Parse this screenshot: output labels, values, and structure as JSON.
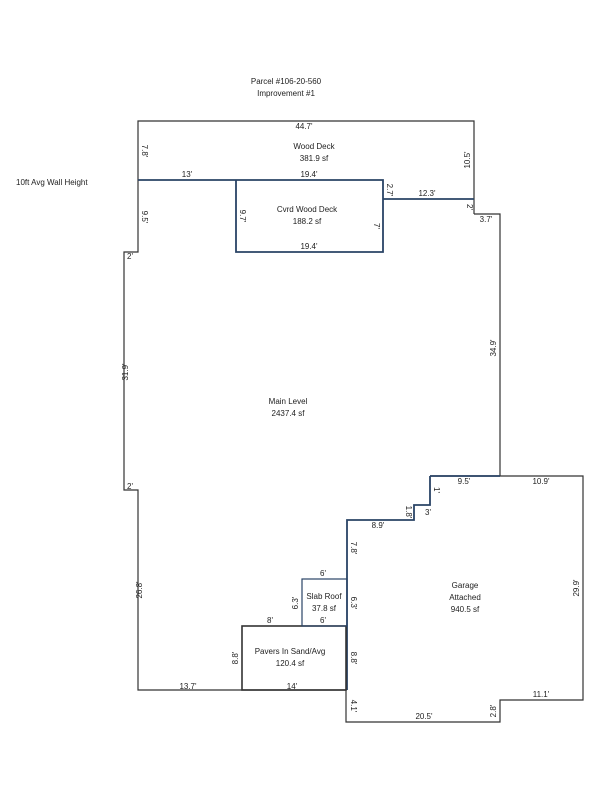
{
  "header": {
    "parcel": "Parcel #106-20-560",
    "improvement": "Improvement #1"
  },
  "note": "10ft Avg Wall Height",
  "areas": {
    "wood_deck": {
      "name": "Wood Deck",
      "area": "381.9 sf"
    },
    "cvrd_deck": {
      "name": "Cvrd Wood Deck",
      "area": "188.2 sf"
    },
    "main": {
      "name": "Main Level",
      "area": "2437.4 sf"
    },
    "garage": {
      "name1": "Garage",
      "name2": "Attached",
      "area": "940.5 sf"
    },
    "slab": {
      "name": "Slab Roof",
      "area": "37.8 sf"
    },
    "pavers": {
      "name": "Pavers In Sand/Avg",
      "area": "120.4 sf"
    }
  },
  "dims": {
    "d44_7": "44.7'",
    "d7_8": "7.8'",
    "d10_5": "10.5'",
    "d13": "13'",
    "d19_4a": "19.4'",
    "d2_7": "2.7'",
    "d12_3": "12.3'",
    "d2a": "2'",
    "d3_7": "3.7'",
    "d9_5l": "9.5'",
    "d9_7": "9.7'",
    "d7": "7'",
    "d19_4b": "19.4'",
    "d2b": "2'",
    "d31_9": "31.9'",
    "d34_9": "34.9'",
    "d2c": "2'",
    "d26_8": "26.8'",
    "d9_5": "9.5'",
    "d10_9": "10.9'",
    "d1": "1'",
    "d1_8": "1.8'",
    "d3": "3'",
    "d8_9": "8.9'",
    "d7_8b": "7.8'",
    "d6a": "6'",
    "d6_3a": "6.3'",
    "d6_3b": "6.3'",
    "d6b": "6'",
    "d8": "8'",
    "d29_9": "29.9'",
    "d8_8a": "8.8'",
    "d8_8b": "8.8'",
    "d13_7": "13.7'",
    "d14": "14'",
    "d11_1": "11.1'",
    "d4_1": "4.1'",
    "d20_5": "20.5'",
    "d2_8": "2.8'"
  }
}
